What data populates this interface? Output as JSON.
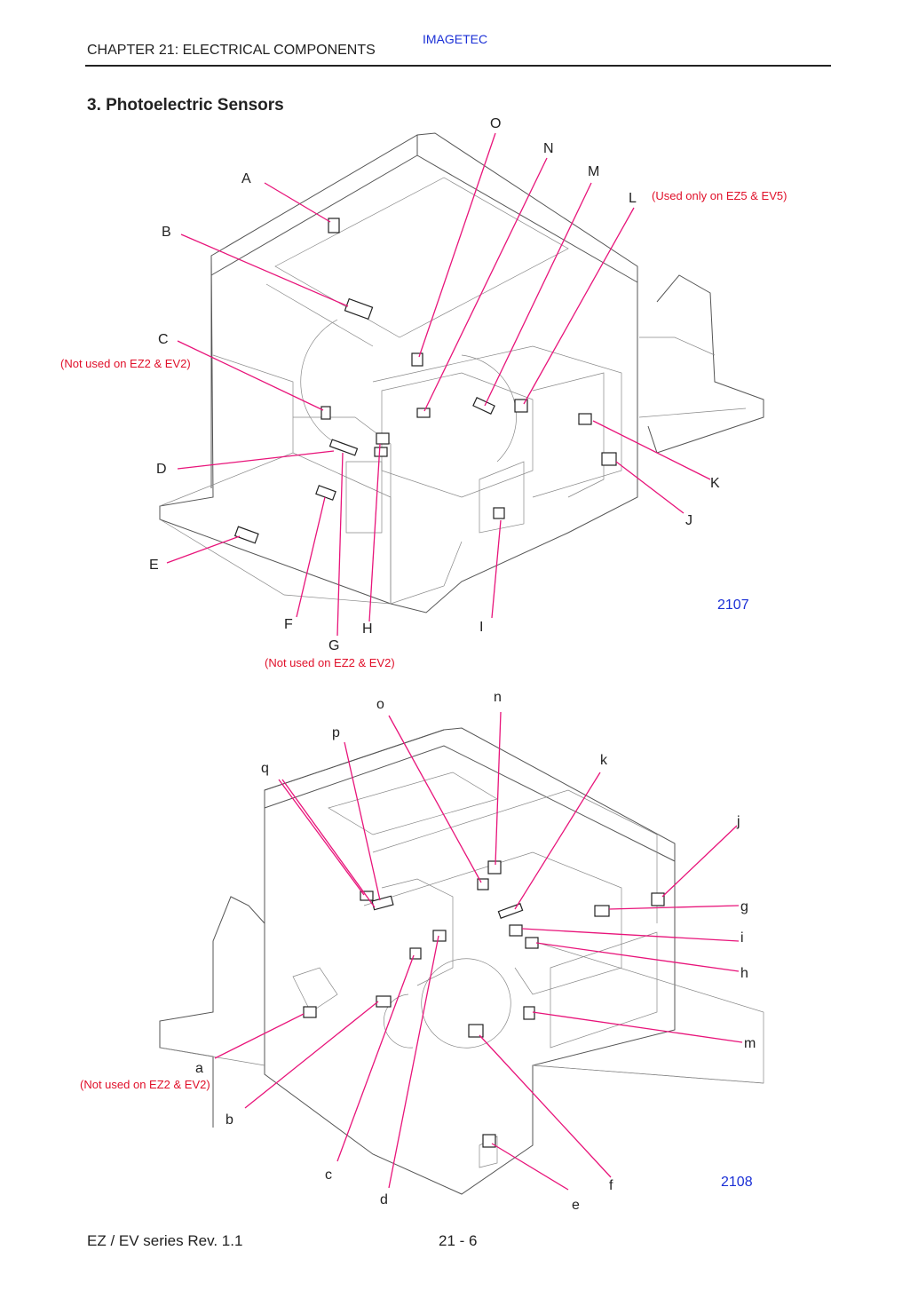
{
  "header": {
    "publisher": "IMAGETEC",
    "chapter": "CHAPTER 21:  ELECTRICAL COMPONENTS"
  },
  "section_title": "3.   Photoelectric Sensors",
  "figure_top": {
    "number": "2107",
    "labels": {
      "A": "A",
      "B": "B",
      "C": "C",
      "D": "D",
      "E": "E",
      "F": "F",
      "G": "G",
      "H": "H",
      "I": "I",
      "J": "J",
      "K": "K",
      "L": "L",
      "M": "M",
      "N": "N",
      "O": "O"
    },
    "notes": {
      "L": "(Used only on EZ5 & EV5)",
      "C": "(Not used on EZ2 & EV2)",
      "G": "(Not used on EZ2 & EV2)"
    }
  },
  "figure_bottom": {
    "number": "2108",
    "labels": {
      "a": "a",
      "b": "b",
      "c": "c",
      "d": "d",
      "e": "e",
      "f": "f",
      "g": "g",
      "h": "h",
      "i": "i",
      "j": "j",
      "k": "k",
      "m": "m",
      "n": "n",
      "o": "o",
      "p": "p",
      "q": "q"
    },
    "notes": {
      "a": "(Not used on EZ2 & EV2)"
    }
  },
  "footer": {
    "series": "EZ / EV series Rev. 1.1",
    "page": "21 - 6"
  },
  "colors": {
    "leader_line": "#e8147a",
    "note_text": "#e0102a",
    "figure_number": "#1a2fd6"
  }
}
